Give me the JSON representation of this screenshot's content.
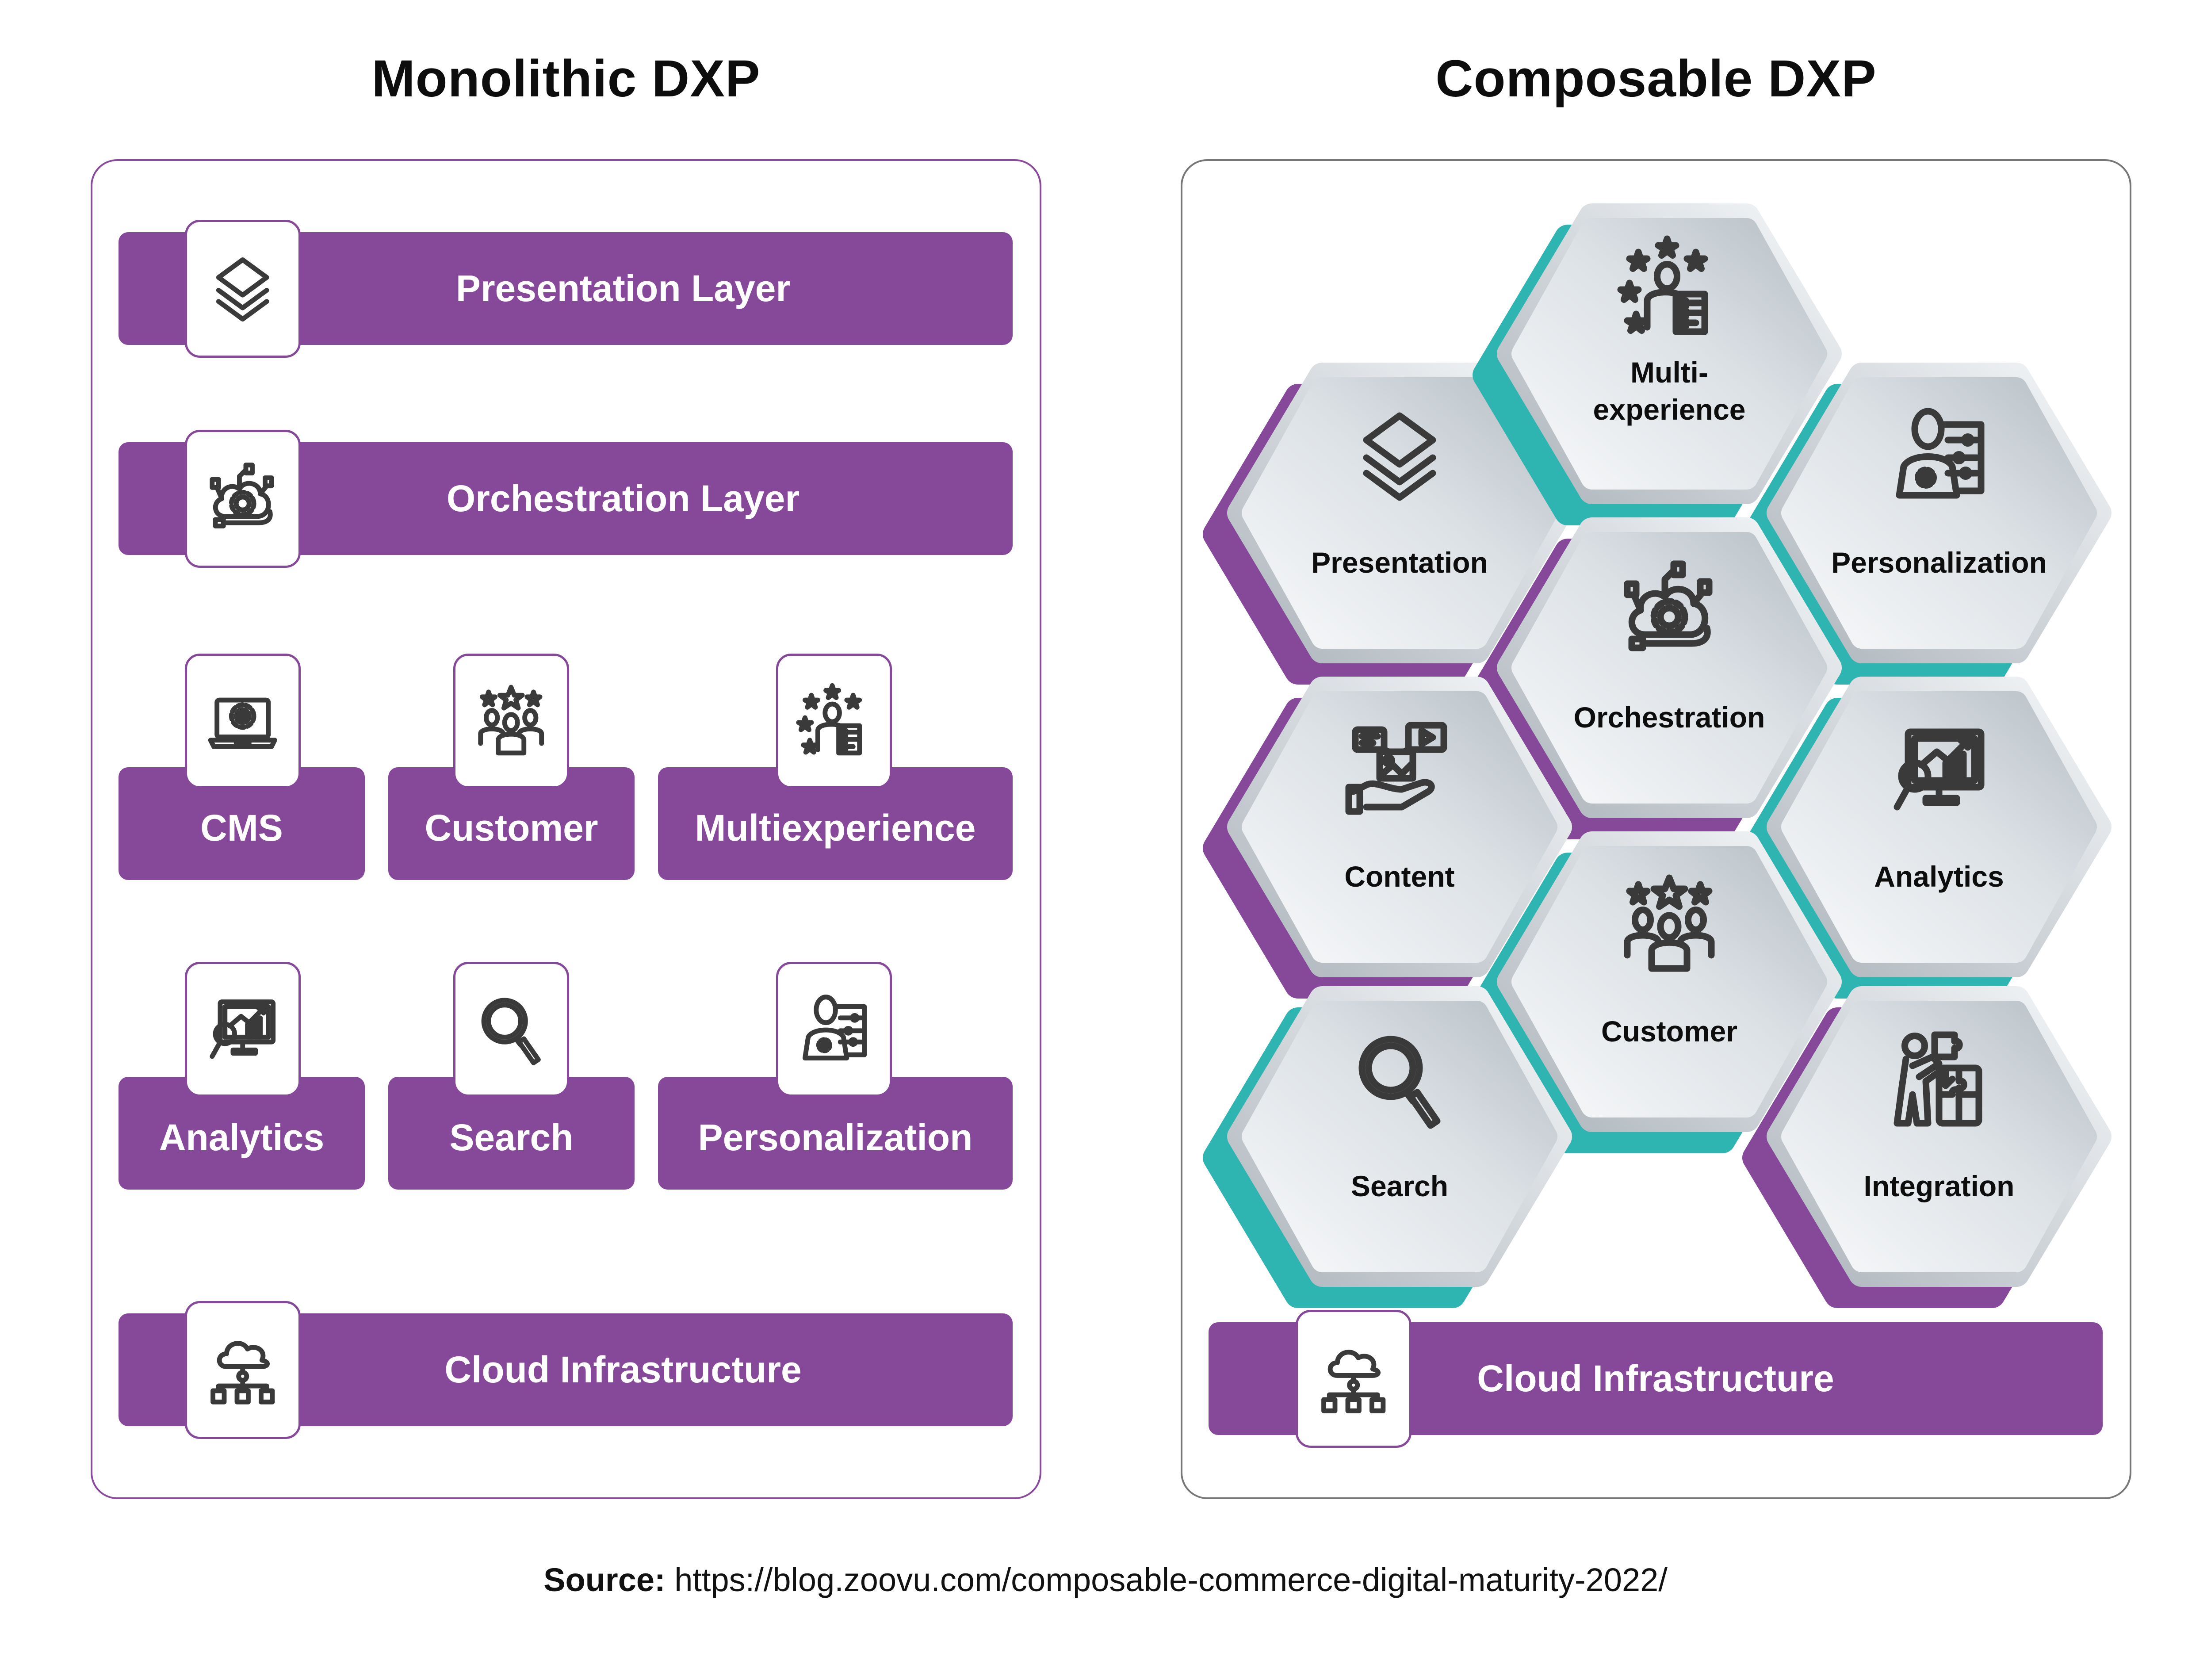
{
  "colors": {
    "purple": "#86499a",
    "teal": "#2fb5b1",
    "hex_face_light": "#f7f8fa",
    "hex_face_dark": "#b7c0c7",
    "text": "#0d0d0d"
  },
  "monolithic": {
    "title": "Monolithic DXP",
    "layers": [
      {
        "label": "Presentation Layer",
        "icon": "layers-icon"
      },
      {
        "label": "Orchestration Layer",
        "icon": "cloud-gear-network-icon"
      }
    ],
    "modules": [
      {
        "label": "CMS",
        "icon": "laptop-gear-icon"
      },
      {
        "label": "Customer",
        "icon": "group-stars-icon"
      },
      {
        "label": "Multiexperience",
        "icon": "person-stars-checklist-icon"
      },
      {
        "label": "Analytics",
        "icon": "monitor-chart-magnifier-icon"
      },
      {
        "label": "Search",
        "icon": "magnifier-icon"
      },
      {
        "label": "Personalization",
        "icon": "person-gear-sliders-icon"
      }
    ],
    "infrastructure": {
      "label": "Cloud Infrastructure",
      "icon": "cloud-network-icon"
    }
  },
  "composable": {
    "title": "Composable DXP",
    "hexes": [
      {
        "label": "Presentation",
        "icon": "layers-icon",
        "backing": "purple"
      },
      {
        "label": "Multi-\nexperience",
        "icon": "person-stars-checklist-icon",
        "backing": "teal"
      },
      {
        "label": "Personalization",
        "icon": "person-gear-sliders-icon",
        "backing": "teal"
      },
      {
        "label": "Orchestration",
        "icon": "cloud-gear-network-icon",
        "backing": "purple"
      },
      {
        "label": "Content",
        "icon": "hand-media-icon",
        "backing": "purple"
      },
      {
        "label": "Analytics",
        "icon": "monitor-chart-magnifier-icon",
        "backing": "teal"
      },
      {
        "label": "Customer",
        "icon": "group-stars-icon",
        "backing": "teal"
      },
      {
        "label": "Search",
        "icon": "magnifier-icon",
        "backing": "teal"
      },
      {
        "label": "Integration",
        "icon": "person-puzzle-icon",
        "backing": "purple"
      }
    ],
    "infrastructure": {
      "label": "Cloud Infrastructure",
      "icon": "cloud-network-icon"
    }
  },
  "source": {
    "label": "Source:",
    "url": "https://blog.zoovu.com/composable-commerce-digital-maturity-2022/"
  }
}
